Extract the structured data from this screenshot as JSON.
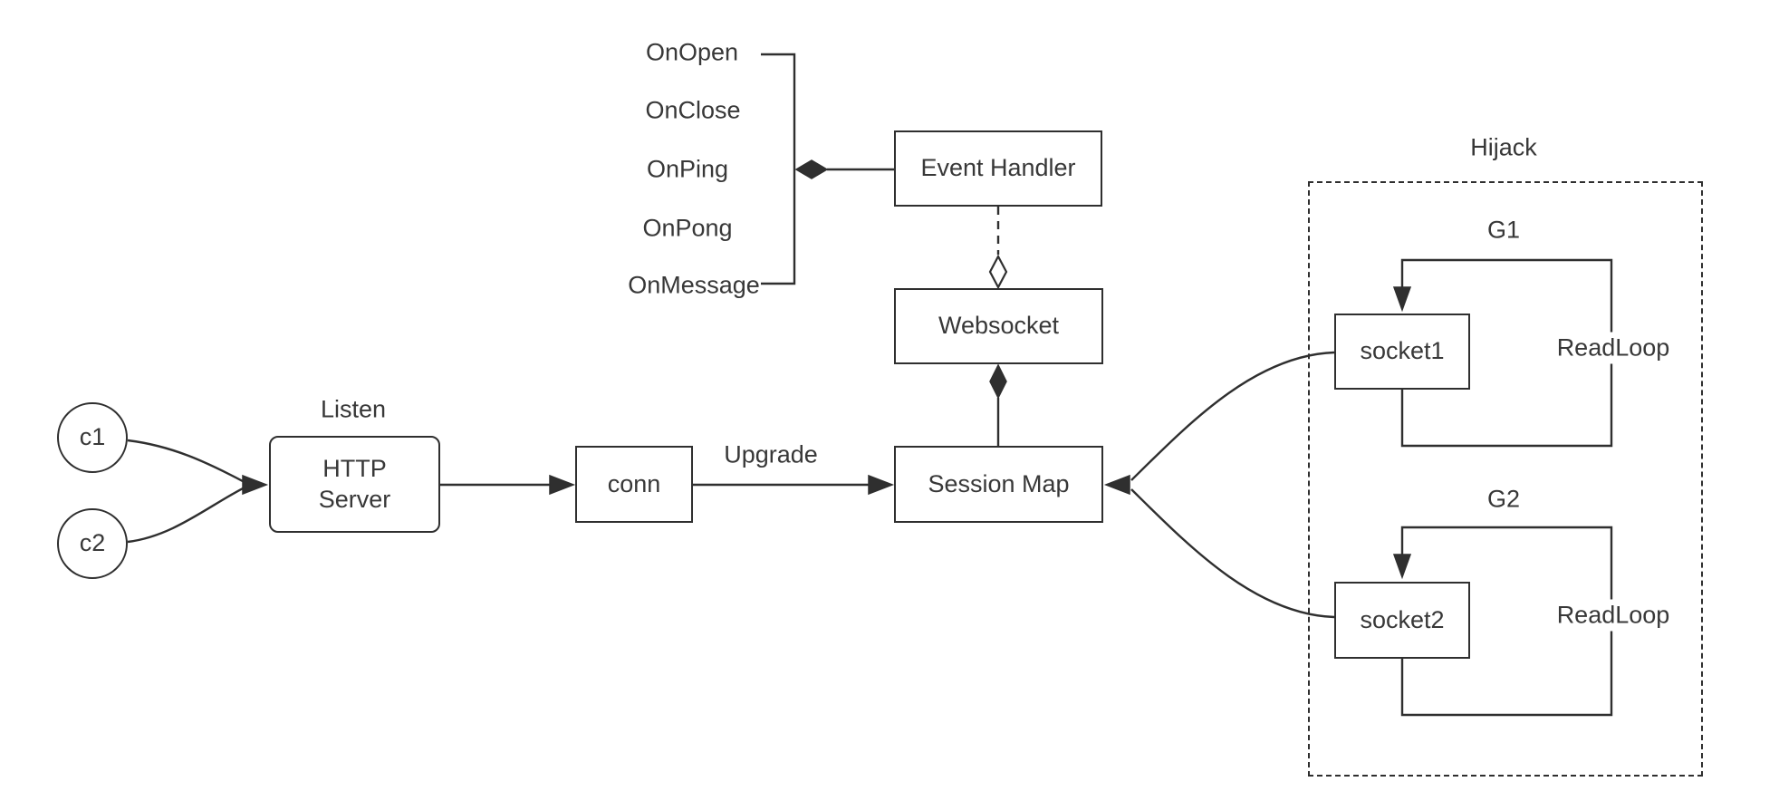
{
  "diagram": {
    "title": "websocket-server-architecture",
    "background_color": "#ffffff",
    "stroke_color": "#2f2f2f",
    "text_color": "#383838"
  },
  "clients": [
    {
      "label": "c1"
    },
    {
      "label": "c2"
    }
  ],
  "http_server": {
    "caption": "Listen",
    "lines": [
      "HTTP",
      "Server"
    ]
  },
  "conn": {
    "label": "conn"
  },
  "upgrade_edge": {
    "label": "Upgrade"
  },
  "session_map": {
    "label": "Session Map"
  },
  "websocket": {
    "label": "Websocket"
  },
  "event_handler": {
    "label": "Event Handler"
  },
  "events": [
    {
      "label": "OnOpen"
    },
    {
      "label": "OnClose"
    },
    {
      "label": "OnPing"
    },
    {
      "label": "OnPong"
    },
    {
      "label": "OnMessage"
    }
  ],
  "hijack": {
    "label": "Hijack",
    "groups": [
      {
        "label": "G1",
        "socket_label": "socket1",
        "loop_label": "ReadLoop"
      },
      {
        "label": "G2",
        "socket_label": "socket2",
        "loop_label": "ReadLoop"
      }
    ]
  }
}
